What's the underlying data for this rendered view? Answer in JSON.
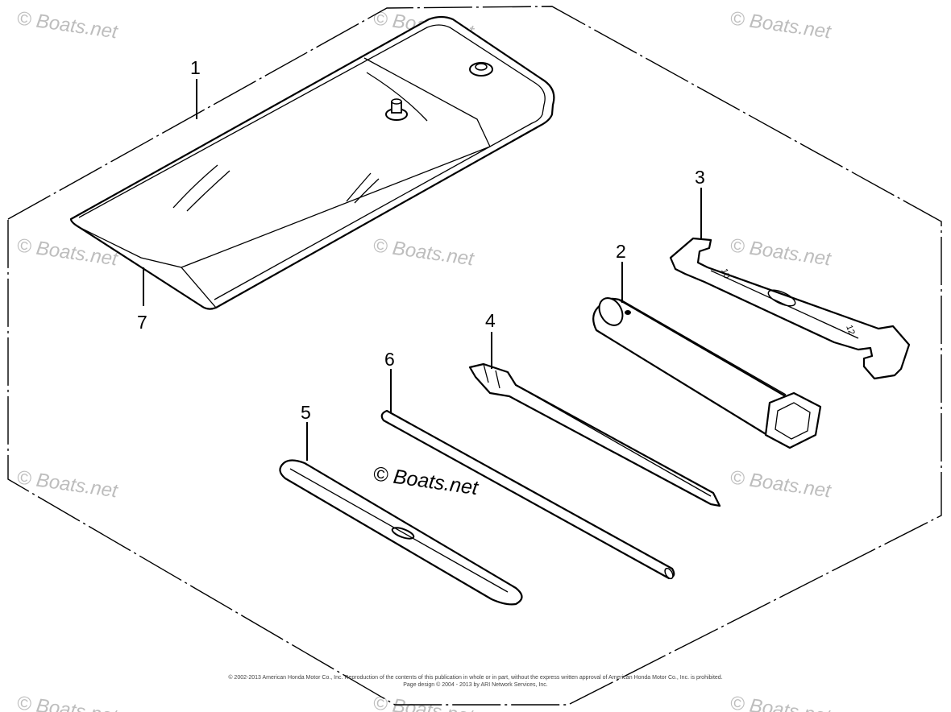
{
  "diagram": {
    "callouts": [
      {
        "id": "1",
        "label": "1"
      },
      {
        "id": "2",
        "label": "2"
      },
      {
        "id": "3",
        "label": "3"
      },
      {
        "id": "4",
        "label": "4"
      },
      {
        "id": "5",
        "label": "5"
      },
      {
        "id": "6",
        "label": "6"
      },
      {
        "id": "7",
        "label": "7"
      }
    ],
    "center_watermark": "© Boats.net",
    "watermark": "© Boats.net",
    "wrench_marks": {
      "end_a": "10",
      "end_b": "12"
    },
    "copyright_line_1": "© 2002-2013 American Honda Motor Co., Inc. Reproduction of the contents of this publication in whole or in part, without the express written approval of American Honda Motor Co., Inc. is prohibited.",
    "copyright_line_2": "Page design © 2004 - 2013 by ARI Network Services, Inc."
  }
}
